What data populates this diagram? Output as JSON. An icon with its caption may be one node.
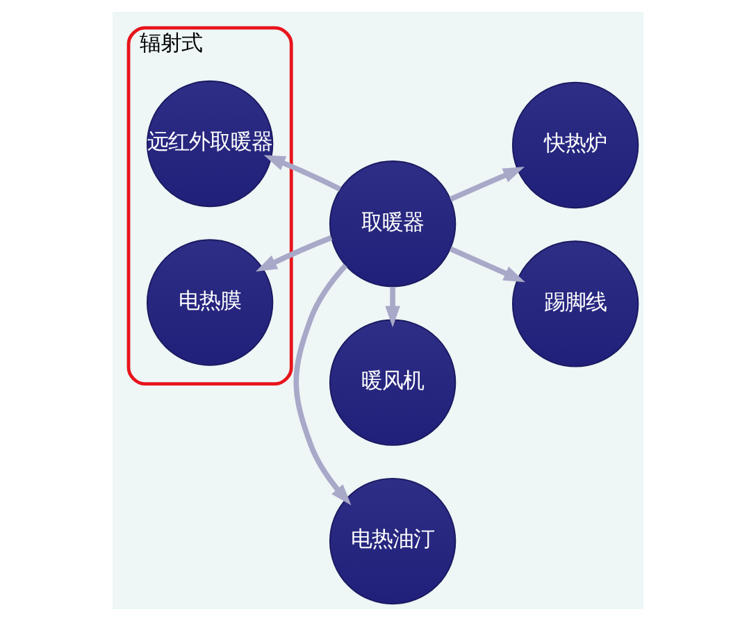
{
  "diagram": {
    "nodes": [
      {
        "text": [
          "电热油汀"
        ]
      },
      {
        "text": [
          "辐射式"
        ]
      },
      {
        "text": [
          "远红外取暖器"
        ],
        "in": 1
      },
      {
        "text": [
          "快热炉"
        ]
      },
      {
        "text": [
          "取暖器"
        ]
      },
      {
        "text": [
          "电热膜"
        ],
        "in": 1
      },
      {
        "text": [
          "踢脚线"
        ]
      },
      {
        "text": [
          "暖风机"
        ]
      }
    ],
    "edges": [
      {
        "from": 4,
        "to": 0,
        "arrow": "to"
      },
      {
        "from": 4,
        "to": 3,
        "arrow": "to"
      },
      {
        "from": 4,
        "to": 6,
        "arrow": "to"
      },
      {
        "from": 4,
        "to": 7,
        "arrow": "to"
      },
      {
        "from": 4,
        "to": 5,
        "arrow": "to"
      },
      {
        "from": 4,
        "to": 2,
        "arrow": "to"
      }
    ]
  }
}
